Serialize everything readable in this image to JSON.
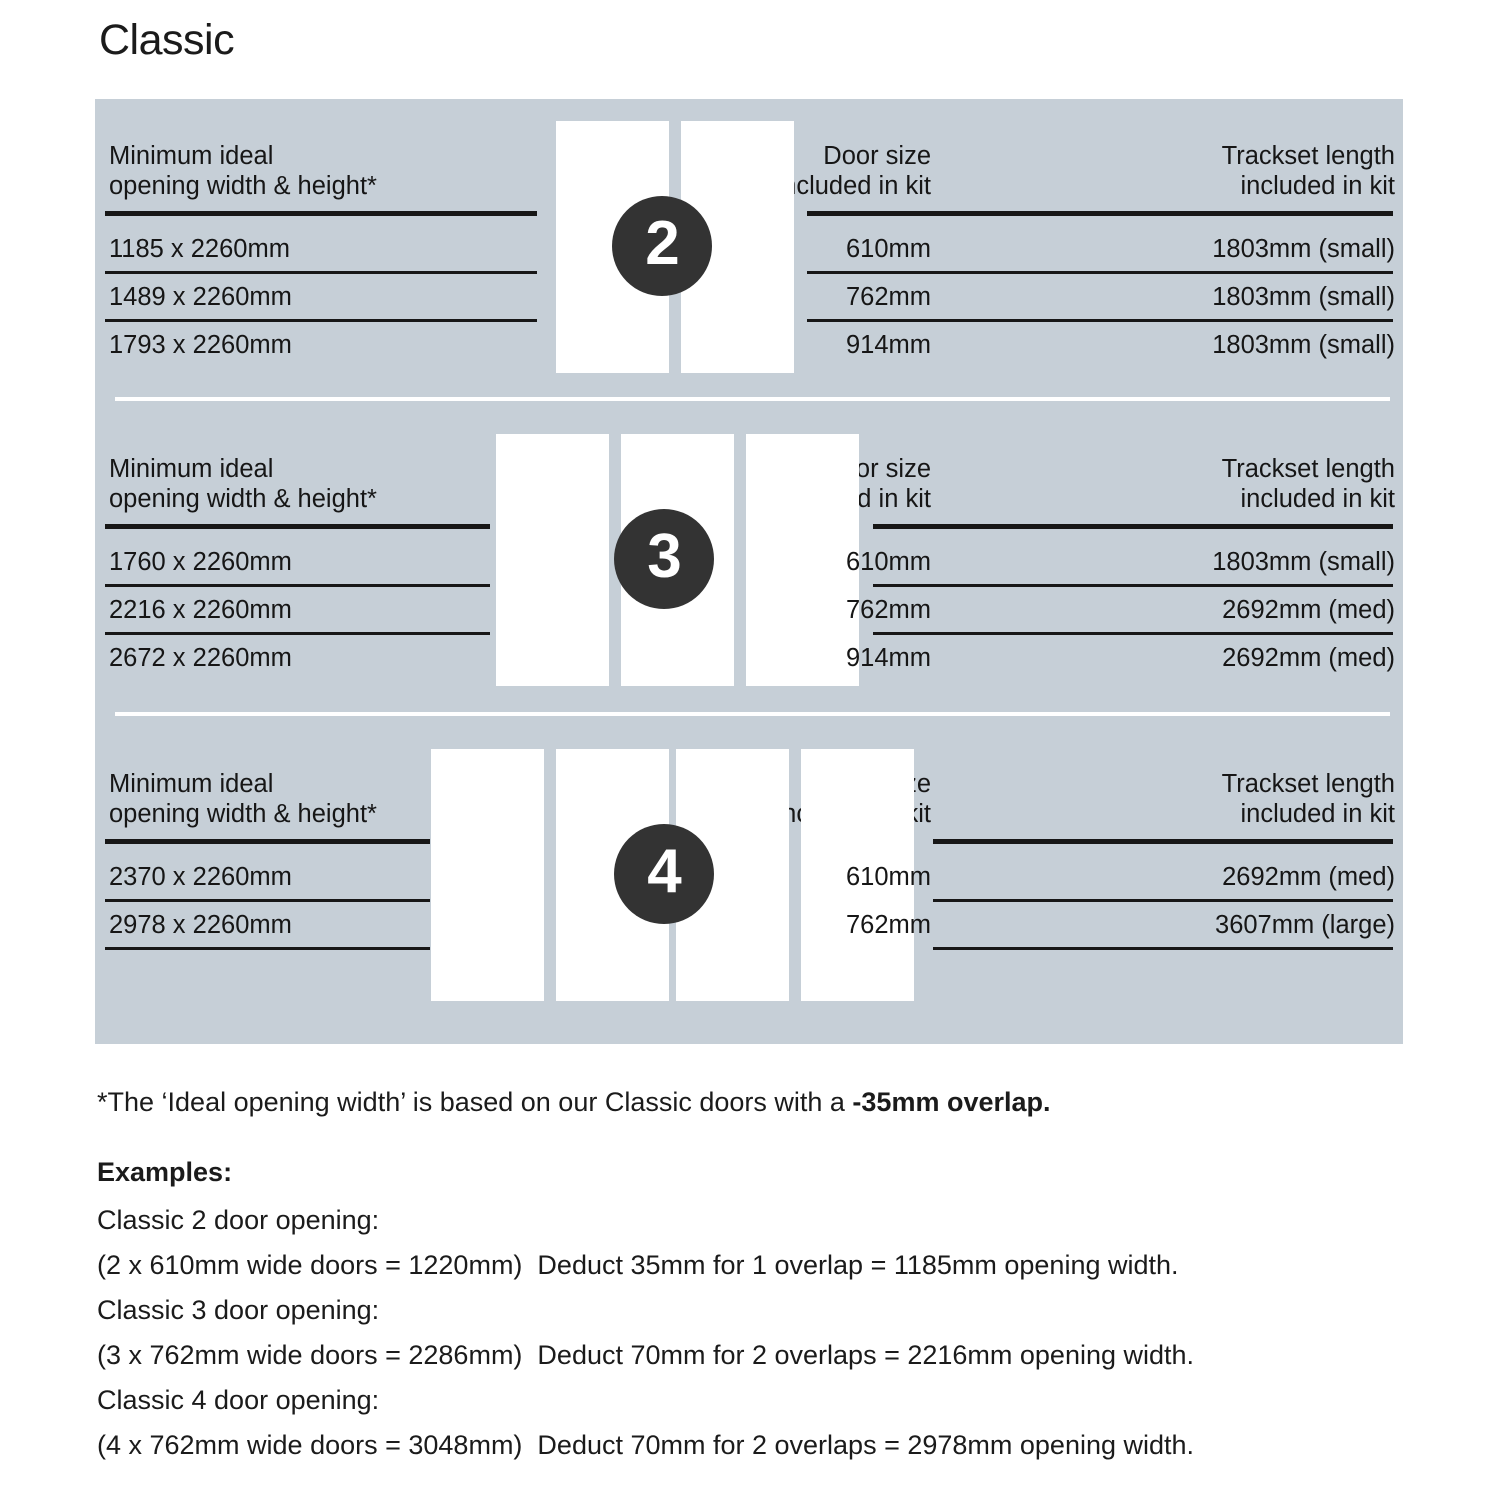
{
  "title": "Classic",
  "panel": {
    "background_color": "#c6cfd7",
    "badge_color": "#333333",
    "door_color": "#ffffff",
    "rule_color": "#171717"
  },
  "sections": [
    {
      "door_count_label": "2",
      "headers": {
        "left": "Minimum ideal\nopening width & height*",
        "middle": "Door size\nincluded in kit",
        "right": "Trackset length\nincluded in kit"
      },
      "rows": [
        {
          "opening": "1185 x 2260mm",
          "door_size": "610mm",
          "trackset": "1803mm (small)"
        },
        {
          "opening": "1489 x 2260mm",
          "door_size": "762mm",
          "trackset": "1803mm (small)"
        },
        {
          "opening": "1793 x 2260mm",
          "door_size": "914mm",
          "trackset": "1803mm (small)"
        }
      ]
    },
    {
      "door_count_label": "3",
      "headers": {
        "left": "Minimum ideal\nopening width & height*",
        "middle": "Door size\nincluded in kit",
        "right": "Trackset length\nincluded in kit"
      },
      "rows": [
        {
          "opening": "1760 x 2260mm",
          "door_size": "610mm",
          "trackset": "1803mm (small)"
        },
        {
          "opening": "2216 x 2260mm",
          "door_size": "762mm",
          "trackset": "2692mm (med)"
        },
        {
          "opening": "2672 x 2260mm",
          "door_size": "914mm",
          "trackset": "2692mm (med)"
        }
      ]
    },
    {
      "door_count_label": "4",
      "headers": {
        "left": "Minimum ideal\nopening width & height*",
        "middle": "Door size\nincluded in kit",
        "right": "Trackset length\nincluded in kit"
      },
      "rows": [
        {
          "opening": "2370 x 2260mm",
          "door_size": "610mm",
          "trackset": "2692mm (med)"
        },
        {
          "opening": "2978 x 2260mm",
          "door_size": "762mm",
          "trackset": "3607mm (large)"
        }
      ]
    }
  ],
  "footnote": {
    "normal": "*The ‘Ideal opening width’ is based on our Classic doors with a ",
    "bold": "-35mm overlap."
  },
  "examples": {
    "heading": "Examples:",
    "lines": [
      "Classic 2 door opening:",
      "(2 x 610mm wide doors = 1220mm)  Deduct 35mm for 1 overlap = 1185mm opening width.",
      "Classic 3 door opening:",
      "(3 x 762mm wide doors = 2286mm)  Deduct 70mm for 2 overlaps = 2216mm opening width.",
      "Classic 4 door opening:",
      "(4 x 762mm wide doors = 3048mm)  Deduct 70mm for 2 overlaps = 2978mm opening width."
    ]
  }
}
